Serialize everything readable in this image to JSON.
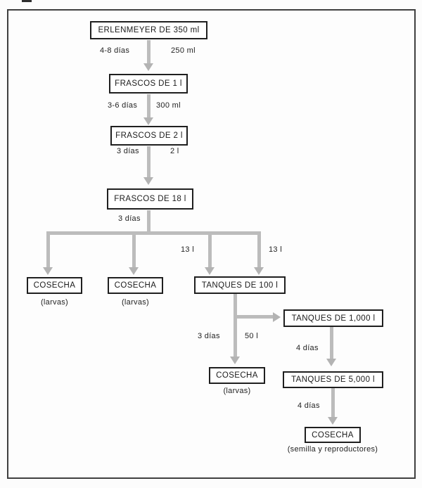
{
  "meta": {
    "type": "flowchart",
    "language": "es",
    "description": "Culture scale-up flow diagram (scanned page)"
  },
  "palette": {
    "arrow": "#bcbcbc",
    "box_border": "#1f1f1f",
    "frame_border": "#3f3f3f",
    "text": "#1c1c1c",
    "background": "#fcfcfc"
  },
  "boxes": {
    "erlenmeyer": "ERLENMEYER DE 350 ml",
    "frascos_1l": "FRASCOS DE 1 l",
    "frascos_2l": "FRASCOS DE 2 l",
    "frascos_18l": "FRASCOS DE 18 l",
    "cosecha_1": "COSECHA",
    "cosecha_2": "COSECHA",
    "tanques_100l": "TANQUES DE 100 l",
    "tanques_1000l": "TANQUES DE 1,000 l",
    "cosecha_3": "COSECHA",
    "tanques_5000l": "TANQUES DE 5,000 l",
    "cosecha_4": "COSECHA"
  },
  "edges": {
    "e1": {
      "duration": "4-8 días",
      "volume": "250 ml"
    },
    "e2": {
      "duration": "3-6 días",
      "volume": "300 ml"
    },
    "e3": {
      "duration": "3 días",
      "volume": "2 l"
    },
    "e4": {
      "duration": "3 días"
    },
    "branch_left": {
      "volume": "13 l"
    },
    "branch_right": {
      "volume": "13 l"
    },
    "e5": {
      "duration": "3 días",
      "volume": "50 l"
    },
    "e6": {
      "duration": "4 días"
    },
    "e7": {
      "duration": "4 días"
    }
  },
  "captions": {
    "cosecha_1": "(larvas)",
    "cosecha_2": "(larvas)",
    "cosecha_3": "(larvas)",
    "cosecha_4": "(semilla y reproductores)"
  }
}
